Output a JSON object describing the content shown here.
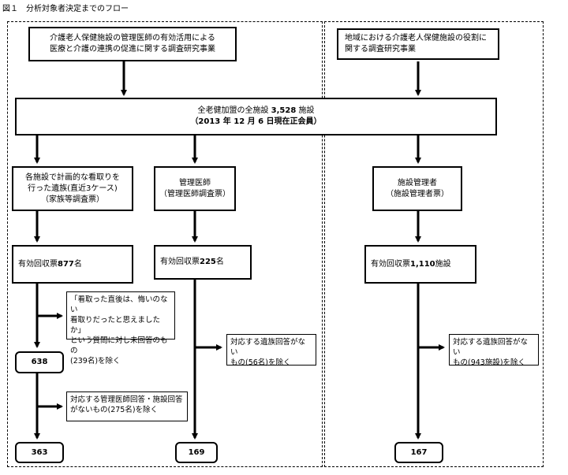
{
  "title": "図１　分析対象者決定までのフロー",
  "left_section": {
    "source_line1": "介護老人保健施設の管理医師の有効活用による",
    "source_line2": "医療と介護の連携の促進に関する調査研究事業"
  },
  "right_section": {
    "source_line1": "地域における介護老人保健施設の役割に",
    "source_line2": "関する調査研究事業"
  },
  "all_facilities": {
    "line1_prefix": "全老健加盟の全施設 ",
    "line1_bold": "3,528",
    "line1_suffix": " 施設",
    "line2": "（2013 年 12 月 6 日現在正会員）"
  },
  "family_survey": {
    "line1": "各施設で計画的な看取りを",
    "line2": "行った遺族(直近3ケース)",
    "line3": "（家族等調査票）"
  },
  "doctor_survey": {
    "line1": "管理医師",
    "line2": "（管理医師調査票）"
  },
  "facility_survey": {
    "line1": "施設管理者",
    "line2": "（施設管理者票）"
  },
  "family_valid": {
    "prefix": "有効回収票 ",
    "bold": "877",
    "suffix": "名"
  },
  "doctor_valid": {
    "prefix": "有効回収票 ",
    "bold": "225",
    "suffix": "名"
  },
  "facility_valid": {
    "prefix": "有効回収票 ",
    "bold": "1,110",
    "suffix": " 施設"
  },
  "exclusion_1": {
    "line1": "「看取った直後は、悔いのない",
    "line2": "看取りだったと思えましたか」",
    "line3": "という質問に対し未回答のもの",
    "line4": "(239名)を除く"
  },
  "exclusion_2": {
    "line1": "対応する管理医師回答・施設回答",
    "line2": "がないもの(275名)を除く"
  },
  "exclusion_3": {
    "line1": "対応する遺族回答がない",
    "line2": "もの(56名)を除く"
  },
  "exclusion_4": {
    "line1": "対応する遺族回答がない",
    "line2": "もの(943施設)を除く"
  },
  "count_638": "638",
  "count_363": "363",
  "count_169": "169",
  "count_167": "167"
}
